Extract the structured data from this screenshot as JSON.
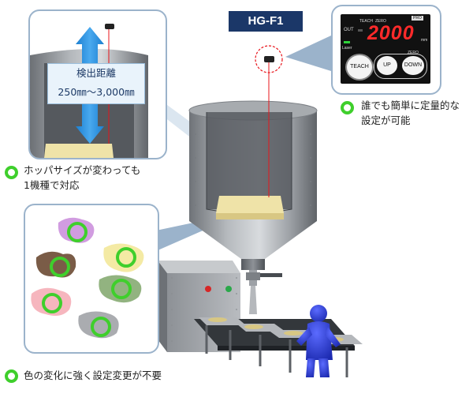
{
  "model_label": "HG-F1",
  "range_title": "検出距離",
  "range_value": "250㎜～3,000㎜",
  "caption_hopper": [
    "ホッパサイズが変わっても",
    "1機種で対応"
  ],
  "caption_setting": [
    "誰でも簡単に定量的な",
    "設定が可能"
  ],
  "caption_color": "色の変化に強く設定変更が不要",
  "panel": {
    "out": "OUT",
    "teach": "TEACH",
    "zero": "ZERO",
    "pro": "PRO",
    "laser": "Laser",
    "display": "2000",
    "unit": "mm",
    "teach_btn": "TEACH",
    "up_btn": "UP",
    "down_btn": "DOWN",
    "zero_small": "ZERO"
  },
  "colors": {
    "accent_green": "#3fcf2c",
    "model_bg": "#1b3768",
    "display_red": "#ff2a2a",
    "laser_red": "#e8141b",
    "callout_border": "#9bb3cb"
  }
}
